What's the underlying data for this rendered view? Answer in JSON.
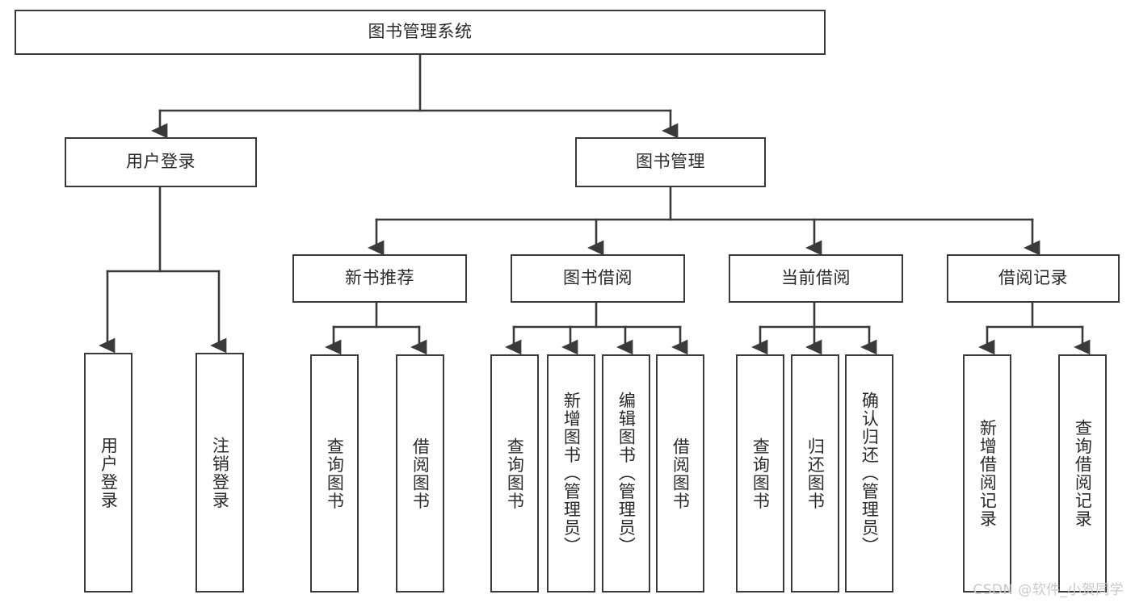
{
  "diagram": {
    "type": "tree-hierarchy-chart",
    "title": "图书管理系统",
    "watermark": "CSDN @软件_小贺同学",
    "colors": {
      "box_border": "#3a3a3a",
      "box_fill": "#ffffff",
      "edge": "#3a3a3a",
      "text": "#2b2b2b",
      "watermark": "#c9c9c9"
    },
    "nodes": {
      "root": {
        "label": "图书管理系统"
      },
      "level2": [
        {
          "id": "user-login",
          "label": "用户登录"
        },
        {
          "id": "book-manage",
          "label": "图书管理"
        }
      ],
      "level3": [
        {
          "id": "new-book-recommend",
          "label": "新书推荐"
        },
        {
          "id": "book-borrow",
          "label": "图书借阅"
        },
        {
          "id": "current-borrow",
          "label": "当前借阅"
        },
        {
          "id": "borrow-record",
          "label": "借阅记录"
        }
      ],
      "leaves": {
        "user-login": [
          {
            "id": "leaf-user-login",
            "label": "用户登录"
          },
          {
            "id": "leaf-logout",
            "label": "注销登录"
          }
        ],
        "new-book-recommend": [
          {
            "id": "leaf-query-book-1",
            "label": "查询图书"
          },
          {
            "id": "leaf-borrow-book-1",
            "label": "借阅图书"
          }
        ],
        "book-borrow": [
          {
            "id": "leaf-query-book-2",
            "label": "查询图书"
          },
          {
            "id": "leaf-add-book",
            "label": "新增图书（管理员）"
          },
          {
            "id": "leaf-edit-book",
            "label": "编辑图书（管理员）"
          },
          {
            "id": "leaf-borrow-book-2",
            "label": "借阅图书"
          }
        ],
        "current-borrow": [
          {
            "id": "leaf-query-book-3",
            "label": "查询图书"
          },
          {
            "id": "leaf-return-book",
            "label": "归还图书"
          },
          {
            "id": "leaf-confirm-return",
            "label": "确认归还（管理员）"
          }
        ],
        "borrow-record": [
          {
            "id": "leaf-add-record",
            "label": "新增借阅记录"
          },
          {
            "id": "leaf-query-record",
            "label": "查询借阅记录"
          }
        ]
      }
    }
  }
}
